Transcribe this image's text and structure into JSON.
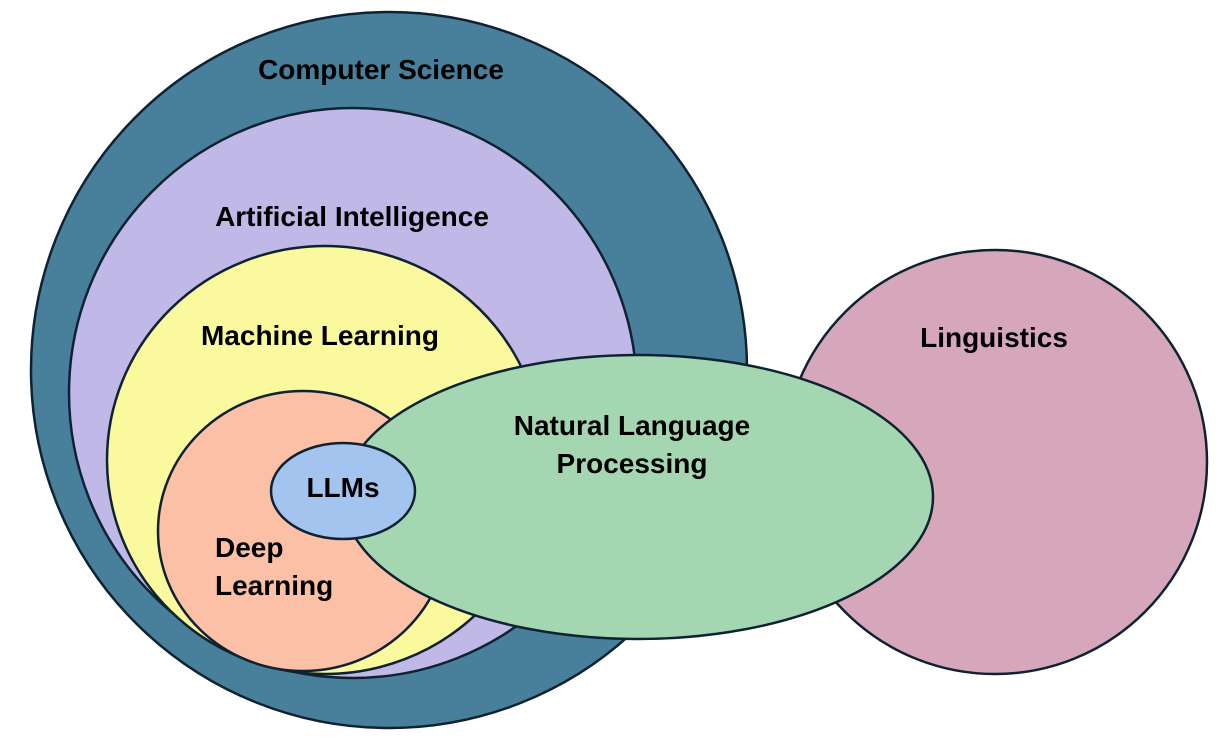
{
  "diagram": {
    "nodes": {
      "computer_science": {
        "label": "Computer Science",
        "color": "#487f9b"
      },
      "artificial_intelligence": {
        "label": "Artificial Intelligence",
        "color": "#c0b8e6"
      },
      "machine_learning": {
        "label": "Machine Learning",
        "color": "#fbf99d"
      },
      "deep_learning": {
        "label_line1": "Deep",
        "label_line2": "Learning",
        "color": "#fbc0a6"
      },
      "linguistics": {
        "label": "Linguistics",
        "color": "#d6a7ba"
      },
      "nlp": {
        "label_line1": "Natural Language",
        "label_line2": "Processing",
        "color": "#a4d6b1"
      },
      "llms": {
        "label": "LLMs",
        "color": "#a3c4ef"
      }
    }
  }
}
